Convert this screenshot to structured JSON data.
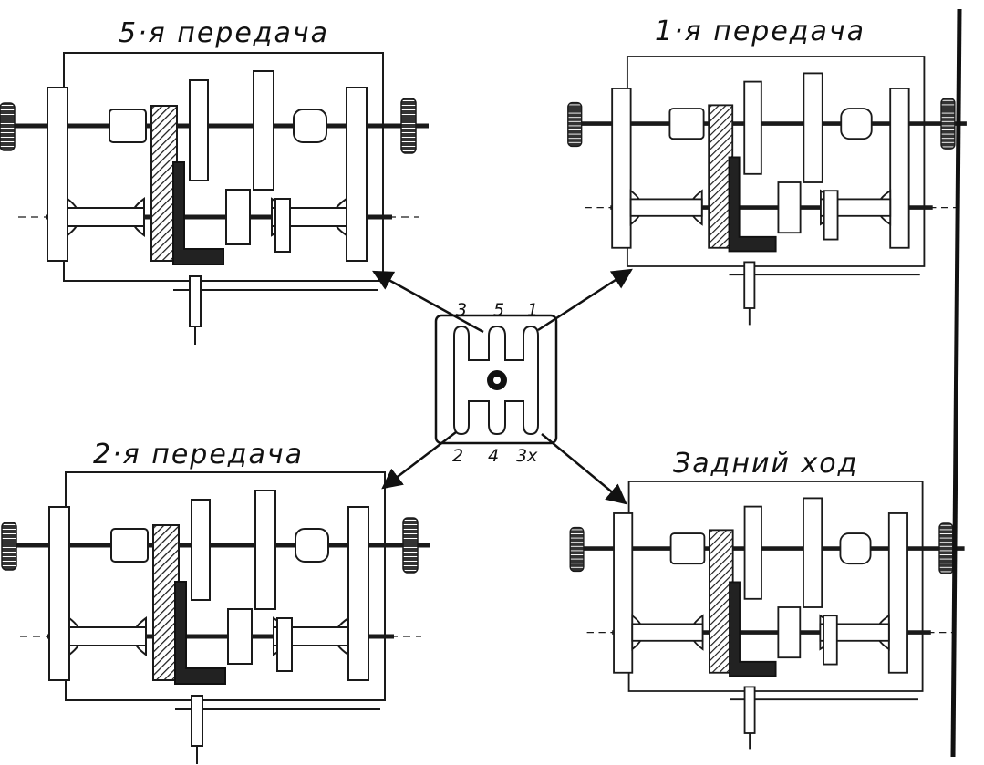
{
  "diagram": {
    "panels": [
      {
        "id": "gear5",
        "title": "5·я передача"
      },
      {
        "id": "gear1",
        "title": "1·я передача"
      },
      {
        "id": "gear2",
        "title": "2·я передача"
      },
      {
        "id": "reverse",
        "title": "Задний ход"
      }
    ],
    "shift_gate": {
      "top_labels": [
        "3",
        "5",
        "1"
      ],
      "bottom_labels": [
        "2",
        "4",
        "3х"
      ]
    }
  }
}
